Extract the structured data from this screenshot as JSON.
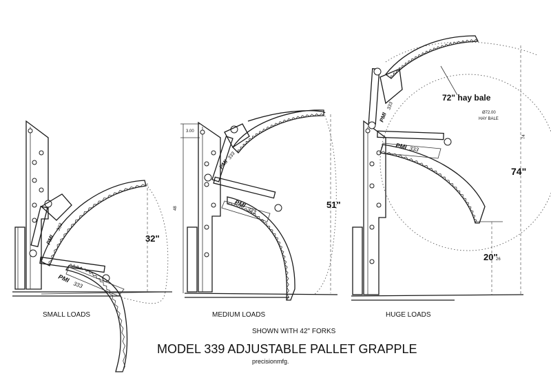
{
  "diagram": {
    "title": "MODEL 339 ADJUSTABLE PALLET GRAPPLE",
    "website": "precisionmfg.",
    "note": "SHOWN WITH 42\" FORKS",
    "brand_mark": "PMI",
    "part_number": "333",
    "views": [
      {
        "label": "SMALL LOADS",
        "dimension": "32\""
      },
      {
        "label": "MEDIUM  LOADS",
        "dimension": "51\"",
        "small_dims": [
          "3.00",
          "48"
        ]
      },
      {
        "label": "HUGE LOADS",
        "dimensions": [
          "74\"",
          "20\""
        ],
        "callout": "72\" hay bale",
        "small_callout": [
          "Ø72.00",
          "HAY BALE"
        ],
        "small_dims": [
          "74",
          "26"
        ]
      }
    ]
  }
}
